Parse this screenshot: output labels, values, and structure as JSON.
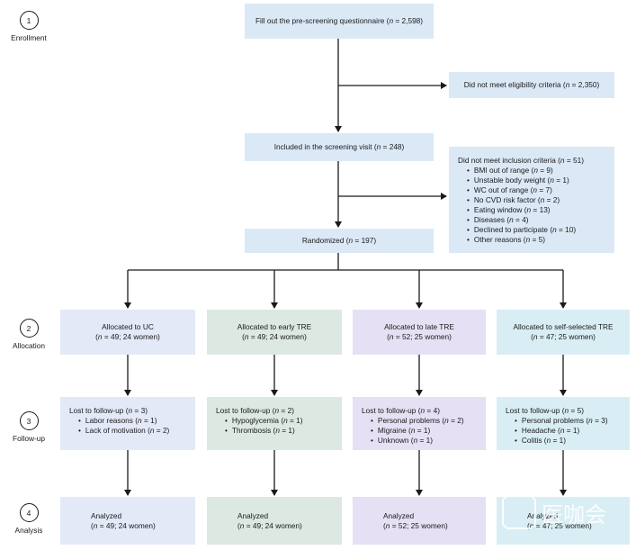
{
  "stages": [
    {
      "number": "1",
      "label": "Enrollment"
    },
    {
      "number": "2",
      "label": "Allocation"
    },
    {
      "number": "3",
      "label": "Follow-up"
    },
    {
      "number": "4",
      "label": "Analysis"
    }
  ],
  "prescreen": {
    "text": "Fill out the pre-screening questionnaire",
    "n": "n",
    "count": " = 2,598)"
  },
  "eligibility_excl": {
    "text": "Did not meet eligibility criteria",
    "n": "n",
    "count": " = 2,350)"
  },
  "screening": {
    "text": "Included in the screening visit",
    "n": "n",
    "count": " = 248)"
  },
  "inclusion_excl": {
    "title": "Did not meet inclusion criteria",
    "n": "n",
    "count": " = 51)",
    "items": [
      {
        "label": "BMI out of range",
        "count": " = 9)"
      },
      {
        "label": "Unstable body weight",
        "count": " = 1)"
      },
      {
        "label": "WC out of range",
        "count": " = 7)"
      },
      {
        "label": "No CVD risk factor",
        "count": " = 2)"
      },
      {
        "label": "Eating window",
        "count": " = 13)"
      },
      {
        "label": "Diseases",
        "count": " = 4)"
      },
      {
        "label": "Declined to participate",
        "count": " = 10)"
      },
      {
        "label": "Other reasons",
        "count": " = 5)"
      }
    ]
  },
  "randomized": {
    "text": "Randomized",
    "n": "n",
    "count": " = 197)"
  },
  "arms": [
    {
      "allocation": "Allocated to UC",
      "alloc_count": " = 49; 24 women)",
      "lost_title": "Lost to follow-up",
      "lost_count": " = 3)",
      "lost_items": [
        {
          "label": "Labor reasons",
          "count": " = 1)"
        },
        {
          "label": "Lack of motivation",
          "count": " = 2)"
        }
      ],
      "analyzed": "Analyzed",
      "analyzed_count": " = 49; 24 women)"
    },
    {
      "allocation": "Allocated to early TRE",
      "alloc_count": " = 49; 24 women)",
      "lost_title": "Lost to follow-up",
      "lost_count": " = 2)",
      "lost_items": [
        {
          "label": "Hypoglycemia",
          "count": " = 1)"
        },
        {
          "label": "Thrombosis",
          "count": " = 1)"
        }
      ],
      "analyzed": "Analyzed",
      "analyzed_count": " = 49; 24 women)"
    },
    {
      "allocation": "Allocated to late TRE",
      "alloc_count": " = 52; 25 women)",
      "lost_title": "Lost to follow-up",
      "lost_count": " = 4)",
      "lost_items": [
        {
          "label": "Personal problems",
          "count": " = 2)"
        },
        {
          "label": "Migraine",
          "count": " = 1)"
        },
        {
          "label": "Unknown",
          "count": " = 1)"
        }
      ],
      "analyzed": "Analyzed",
      "analyzed_count": " = 52; 25 women)"
    },
    {
      "allocation": "Allocated to self-selected TRE",
      "alloc_count": " = 47; 25 women)",
      "lost_title": "Lost to follow-up",
      "lost_count": " = 5)",
      "lost_items": [
        {
          "label": "Personal problems",
          "count": " = 3)"
        },
        {
          "label": "Headache",
          "count": " = 1)"
        },
        {
          "label": "Colitis",
          "count": " = 1)"
        }
      ],
      "analyzed": "Analyzed",
      "analyzed_count": " = 47; 25 women)"
    }
  ],
  "watermark": "医咖会"
}
